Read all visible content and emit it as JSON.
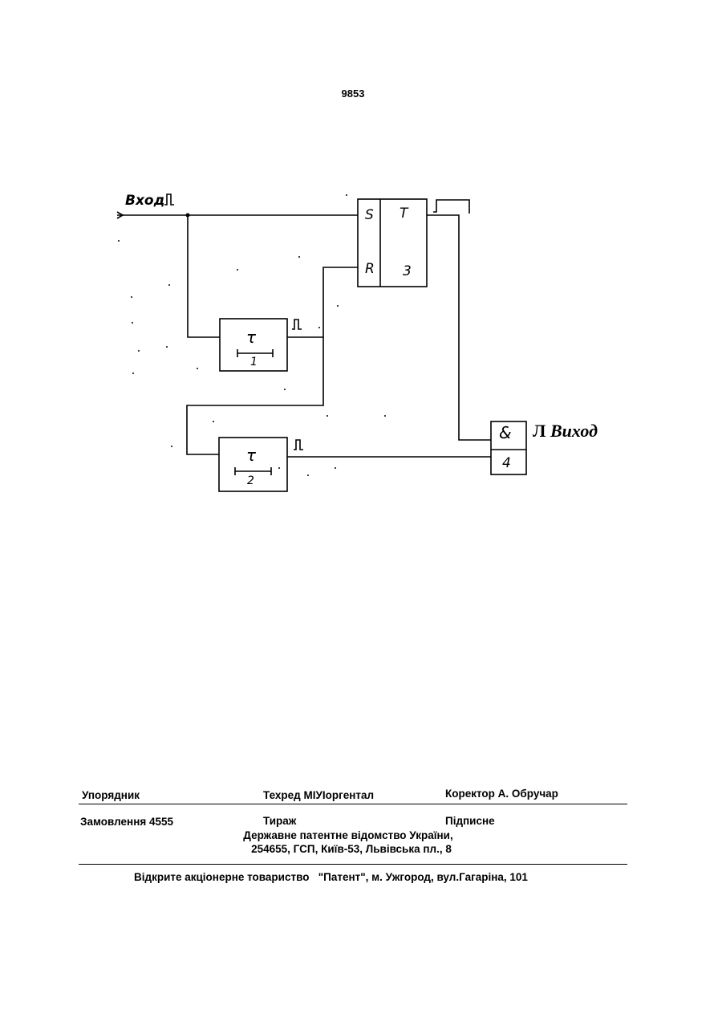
{
  "page": {
    "number": "9853"
  },
  "diagram": {
    "input_label": "Вход",
    "output_prefix": "Л",
    "output_label": "Виход",
    "trigger": {
      "set": "S",
      "type": "T",
      "reset": "R",
      "number": "3"
    },
    "delay1": {
      "symbol": "τ",
      "number": "1"
    },
    "delay2": {
      "symbol": "τ",
      "number": "2"
    },
    "and_gate": {
      "symbol": "&",
      "number": "4"
    }
  },
  "footer": {
    "compiler_label": "Упорядник",
    "tech_editor": "Техред МІУІоргентал",
    "corrector": "Коректор А. Обручар",
    "order": "Замовлення 4555",
    "circulation": "Тираж",
    "subscription": "Підписне",
    "office_line1": "Державне патентне відомство України,",
    "office_line2": "254655, ГСП, Київ-53, Львівська пл., 8",
    "printer": "Відкрите акціонерне товариство   \"Патент\", м. Ужгород, вул.Гагаріна, 101"
  }
}
